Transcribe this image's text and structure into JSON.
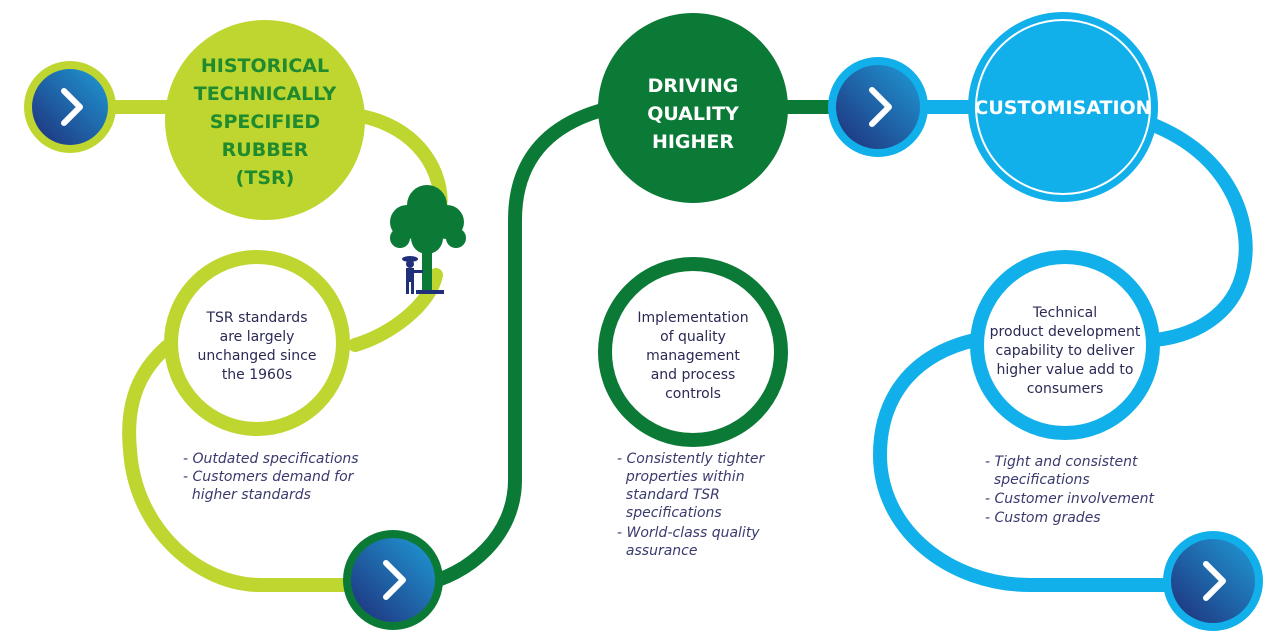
{
  "stages": [
    {
      "title_lines": [
        "HISTORICAL",
        "TECHNICALLY",
        "SPECIFIED",
        "RUBBER",
        "(TSR)"
      ],
      "desc_lines": [
        "TSR standards",
        "are largely",
        "unchanged since",
        "the 1960s"
      ],
      "notes": [
        "- Outdated specifications",
        "- Customers demand for",
        "  higher standards"
      ],
      "color": "#bfd630"
    },
    {
      "title_lines": [
        "DRIVING",
        "QUALITY",
        "HIGHER"
      ],
      "desc_lines": [
        "Implementation",
        "of quality",
        "management",
        "and process",
        "controls"
      ],
      "notes": [
        "- Consistently tighter",
        "  properties within",
        "  standard TSR",
        "  specifications",
        "- World-class quality",
        "  assurance"
      ],
      "color": "#0b7a36"
    },
    {
      "title_lines": [
        "CUSTOMISATION"
      ],
      "desc_lines": [
        "Technical",
        "product development",
        "capability to deliver",
        "higher value add to",
        "consumers"
      ],
      "notes": [
        "- Tight and consistent",
        "  specifications",
        "- Customer involvement",
        "- Custom grades"
      ],
      "color": "#12b0ea"
    }
  ],
  "colors": {
    "arrow_inner_light": "#1f9ad6",
    "arrow_inner_dark": "#1f2f7a",
    "tree": "#0b7a36",
    "farmer": "#1f2f7a"
  },
  "icons": [
    "chevron-right-icon",
    "tree-icon",
    "rubber-tapper-icon"
  ]
}
